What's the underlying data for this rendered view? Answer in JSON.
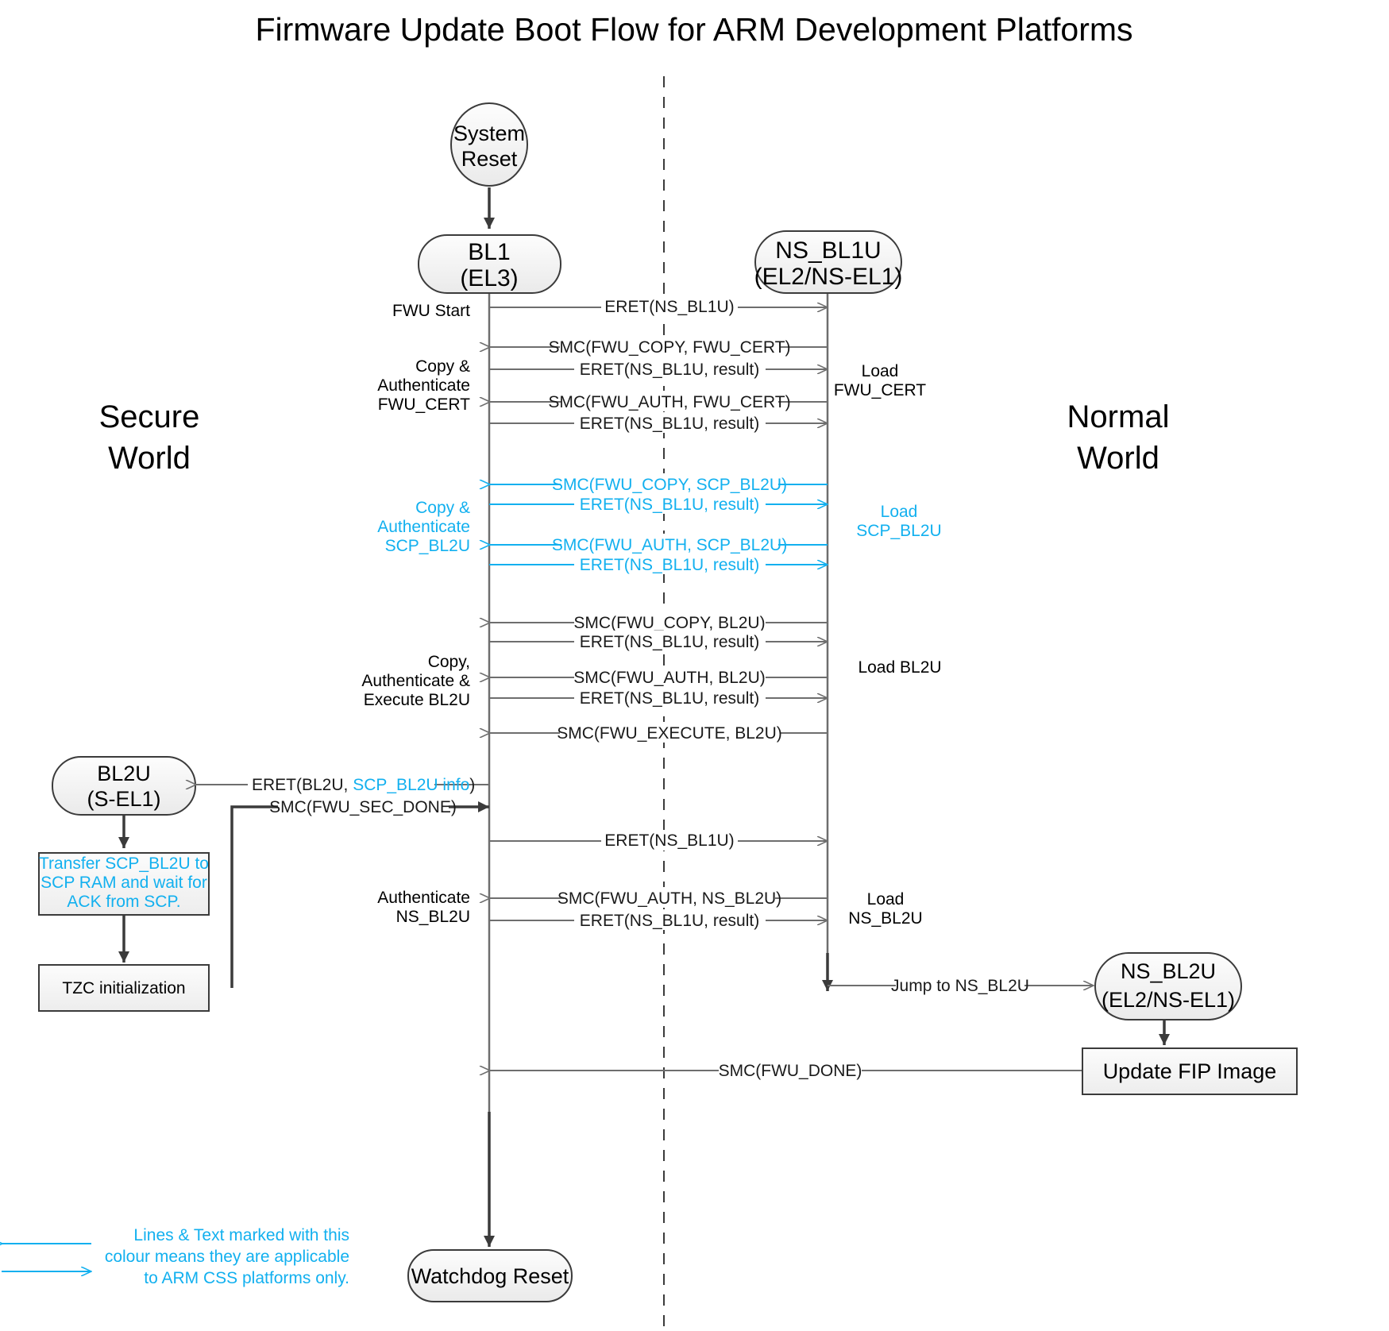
{
  "title": "Firmware Update Boot Flow for ARM Development Platforms",
  "colors": {
    "accent_cyan": "#12b0ef",
    "line_gray": "#6e6e6e",
    "line_dark": "#3b3b3b",
    "node_fill": "#f4f4f4"
  },
  "worlds": {
    "secure_line1": "Secure",
    "secure_line2": "World",
    "normal_line1": "Normal",
    "normal_line2": "World"
  },
  "nodes": {
    "system_reset": {
      "line1": "System",
      "line2": "Reset"
    },
    "bl1": {
      "line1": "BL1",
      "line2": "(EL3)"
    },
    "ns_bl1u": {
      "line1": "NS_BL1U",
      "line2": "(EL2/NS-EL1)"
    },
    "bl2u": {
      "line1": "BL2U",
      "line2": "(S-EL1)"
    },
    "ns_bl2u": {
      "line1": "NS_BL2U",
      "line2": "(EL2/NS-EL1)"
    },
    "watchdog_reset": {
      "line1": "Watchdog Reset"
    }
  },
  "boxes": {
    "transfer_scp": {
      "line1": "Transfer SCP_BL2U to",
      "line2": "SCP RAM and wait for",
      "line3": "ACK from SCP."
    },
    "tzc_init": {
      "line1": "TZC initialization"
    },
    "update_fip": {
      "line1": "Update FIP Image"
    }
  },
  "messages": [
    {
      "id": "m1",
      "text": "ERET(NS_BL1U)",
      "dir": "right",
      "cyan": false
    },
    {
      "id": "m2",
      "text": "SMC(FWU_COPY, FWU_CERT)",
      "dir": "left",
      "cyan": false
    },
    {
      "id": "m3",
      "text": "ERET(NS_BL1U, result)",
      "dir": "right",
      "cyan": false
    },
    {
      "id": "m4",
      "text": "SMC(FWU_AUTH, FWU_CERT)",
      "dir": "left",
      "cyan": false
    },
    {
      "id": "m5",
      "text": "ERET(NS_BL1U, result)",
      "dir": "right",
      "cyan": false
    },
    {
      "id": "m6",
      "text": "SMC(FWU_COPY, SCP_BL2U)",
      "dir": "left",
      "cyan": true
    },
    {
      "id": "m7",
      "text": "ERET(NS_BL1U, result)",
      "dir": "right",
      "cyan": true
    },
    {
      "id": "m8",
      "text": "SMC(FWU_AUTH, SCP_BL2U)",
      "dir": "left",
      "cyan": true
    },
    {
      "id": "m9",
      "text": "ERET(NS_BL1U, result)",
      "dir": "right",
      "cyan": true
    },
    {
      "id": "m10",
      "text": "SMC(FWU_COPY, BL2U)",
      "dir": "left",
      "cyan": false
    },
    {
      "id": "m11",
      "text": "ERET(NS_BL1U, result)",
      "dir": "right",
      "cyan": false
    },
    {
      "id": "m12",
      "text": "SMC(FWU_AUTH, BL2U)",
      "dir": "left",
      "cyan": false
    },
    {
      "id": "m13",
      "text": "ERET(NS_BL1U, result)",
      "dir": "right",
      "cyan": false
    },
    {
      "id": "m14",
      "text": "SMC(FWU_EXECUTE, BL2U)",
      "dir": "left",
      "cyan": false
    },
    {
      "id": "m15",
      "text": "ERET(NS_BL1U)",
      "dir": "right",
      "cyan": false
    },
    {
      "id": "m16",
      "text": "SMC(FWU_AUTH, NS_BL2U)",
      "dir": "left",
      "cyan": false
    },
    {
      "id": "m17",
      "text": "ERET(NS_BL1U, result)",
      "dir": "right",
      "cyan": false
    },
    {
      "id": "m18",
      "text": "SMC(FWU_DONE)",
      "dir": "left",
      "cyan": false
    }
  ],
  "bl2u_messages": [
    {
      "id": "b1",
      "text_pre": "ERET(BL2U, ",
      "text_cyan": "SCP_BL2U info",
      "text_post": ")",
      "dir": "left"
    },
    {
      "id": "b2",
      "text": "SMC(FWU_SEC_DONE)",
      "dir": "right"
    }
  ],
  "jump_message": {
    "text": "Jump to NS_BL2U"
  },
  "left_annotations": [
    {
      "id": "a1",
      "lines": [
        "FWU Start"
      ],
      "cyan": false
    },
    {
      "id": "a2",
      "lines": [
        "Copy &",
        "Authenticate",
        "FWU_CERT"
      ],
      "cyan": false
    },
    {
      "id": "a3",
      "lines": [
        "Copy &",
        "Authenticate",
        "SCP_BL2U"
      ],
      "cyan": true
    },
    {
      "id": "a4",
      "lines": [
        "Copy,",
        "Authenticate &",
        "Execute BL2U"
      ],
      "cyan": false
    },
    {
      "id": "a5",
      "lines": [
        "Authenticate",
        "NS_BL2U"
      ],
      "cyan": false
    }
  ],
  "right_annotations": [
    {
      "id": "r1",
      "lines": [
        "Load",
        "FWU_CERT"
      ],
      "cyan": false
    },
    {
      "id": "r2",
      "lines": [
        "Load",
        "SCP_BL2U"
      ],
      "cyan": true
    },
    {
      "id": "r3",
      "lines": [
        "Load BL2U"
      ],
      "cyan": false
    },
    {
      "id": "r4",
      "lines": [
        "Load",
        "NS_BL2U"
      ],
      "cyan": false
    }
  ],
  "legend": {
    "line1": "Lines & Text marked with this",
    "line2": "colour means they are applicable",
    "line3": "to ARM CSS platforms only."
  }
}
